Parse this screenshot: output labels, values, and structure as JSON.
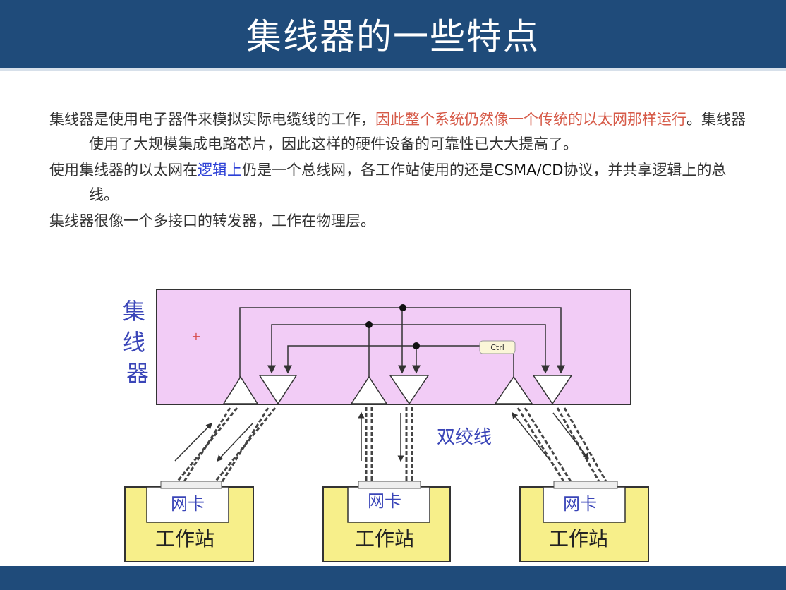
{
  "slide": {
    "title": "集线器的一些特点"
  },
  "paragraphs": {
    "p1": {
      "part1": "集线器是使用电子器件来模拟实际电缆线的工作，",
      "highlight": "因此整个系统仍然像一个传统的以太网那样运行",
      "part2": "。集线器使用了大规模集成电路芯片，因此这样的硬件设备的可靠性已大大提高了。"
    },
    "p2": {
      "part1": "使用集线器的以太网在",
      "highlight": "逻辑上",
      "part2": "仍是一个总线网，各工作站使用的还是",
      "protocol": "CSMA/CD",
      "part3": "协议，并共享逻辑上的总线。"
    },
    "p3": {
      "text": "集线器很像一个多接口的转发器，工作在物理层。"
    }
  },
  "diagram": {
    "hub_label": "集线器",
    "ctrl_label": "Ctrl",
    "twisted_pair_label": "双绞线",
    "stations": [
      {
        "nic_label": "网卡",
        "station_label": "工作站"
      },
      {
        "nic_label": "网卡",
        "station_label": "工作站"
      },
      {
        "nic_label": "网卡",
        "station_label": "工作站"
      }
    ],
    "colors": {
      "hub_fill": "#f2ccf6",
      "station_fill": "#f7ef8a",
      "label_blue": "#3a45b8",
      "header_bg": "#1f4b7a"
    }
  }
}
